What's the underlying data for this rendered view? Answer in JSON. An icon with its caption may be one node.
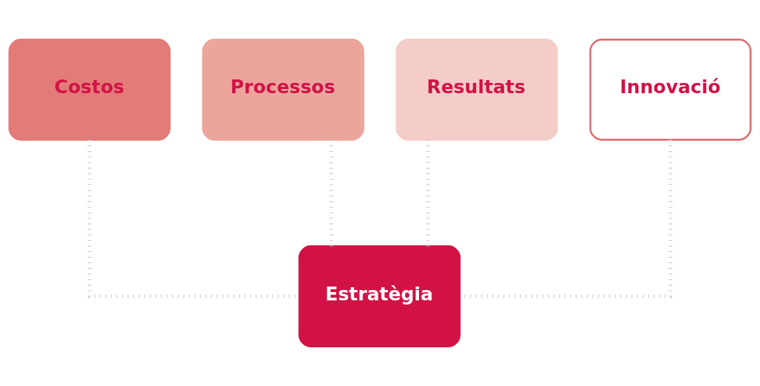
{
  "diagram": {
    "nodes": [
      {
        "text": [
          "Costos"
        ]
      },
      {
        "text": [
          "Processos"
        ]
      },
      {
        "text": [
          "Resultats"
        ]
      },
      {
        "text": [
          "Innovació"
        ]
      },
      {
        "text": [
          "Estratègia"
        ]
      }
    ],
    "edges": [
      {
        "from": 0,
        "to": 4,
        "arrow": "none"
      },
      {
        "from": 1,
        "to": 4,
        "arrow": "none"
      },
      {
        "from": 2,
        "to": 4,
        "arrow": "none"
      },
      {
        "from": 3,
        "to": 4,
        "arrow": "none"
      }
    ]
  }
}
